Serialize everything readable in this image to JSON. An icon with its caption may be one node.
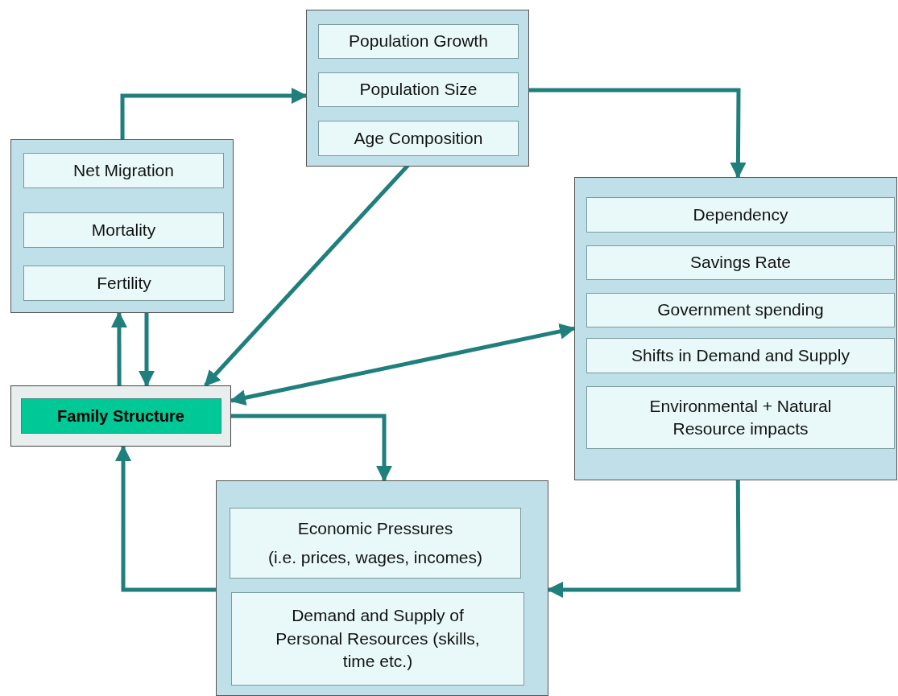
{
  "diagram": {
    "nodes": [
      {
        "text": [],
        "shape": "box"
      },
      {
        "text": [
          "Net Migration"
        ],
        "in": 0
      },
      {
        "text": [
          "Mortality"
        ],
        "in": 0
      },
      {
        "text": [
          "Fertility"
        ],
        "in": 0
      },
      {
        "text": [],
        "shape": "box"
      },
      {
        "text": [
          "Population Growth"
        ],
        "in": 4
      },
      {
        "text": [
          "Population Size"
        ],
        "in": 4
      },
      {
        "text": [
          "Age Composition"
        ],
        "in": 4
      },
      {
        "text": [],
        "shape": "box"
      },
      {
        "text": [
          "Dependency"
        ],
        "in": 8
      },
      {
        "text": [
          "Savings Rate"
        ],
        "in": 8
      },
      {
        "text": [
          "Government spending"
        ],
        "in": 8
      },
      {
        "text": [
          "Shifts in Demand and Supply"
        ],
        "in": 8
      },
      {
        "text": [
          "Environmental + Natural Resource impacts"
        ],
        "in": 8
      },
      {
        "text": [
          "Family Structure"
        ]
      },
      {
        "text": [],
        "shape": "box"
      },
      {
        "text": [
          "Economic Pressures",
          "(i.e. prices, wages, incomes)"
        ],
        "in": 15
      },
      {
        "text": [
          "Demand and Supply of Personal Resources (skills, time etc.)"
        ],
        "in": 15
      }
    ],
    "edges": [
      {
        "from": 0,
        "to": 4,
        "arrow": "to"
      },
      {
        "from": 4,
        "to": 8,
        "arrow": "to"
      },
      {
        "from": 7,
        "to": 14,
        "arrow": "to"
      },
      {
        "from": 14,
        "to": 0,
        "arrow": "to"
      },
      {
        "from": 0,
        "to": 14,
        "arrow": "to"
      },
      {
        "from": 14,
        "to": 8,
        "arrow": "both"
      },
      {
        "from": 14,
        "to": 15,
        "arrow": "to"
      },
      {
        "from": 15,
        "to": 14,
        "arrow": "to"
      },
      {
        "from": 8,
        "to": 15,
        "arrow": "to"
      }
    ]
  }
}
